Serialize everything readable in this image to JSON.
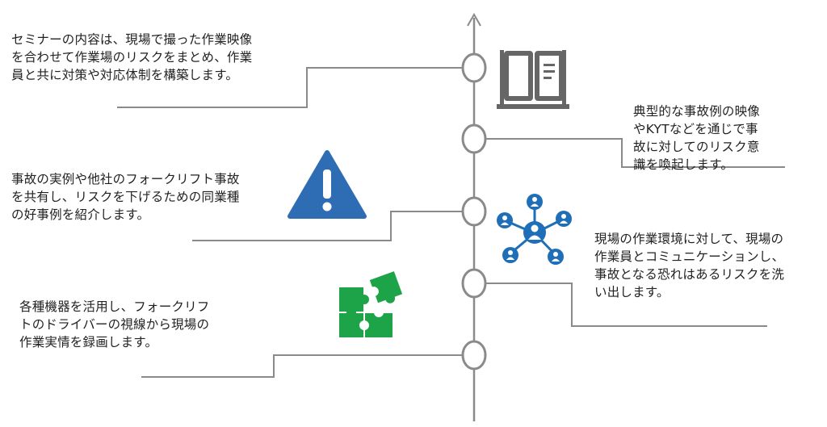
{
  "steps": [
    {
      "text": "セミナーの内容は、現場で撮った作業映像\nを合わせて作業場のリスクをまとめ、作業\n員と共に対策や対応体制を構築します。",
      "icon": "book-icon"
    },
    {
      "text": "典型的な事故例の映像\nやKYTなどを通じで事\n故に対してのリスク意\n識を喚起します。",
      "icon": null
    },
    {
      "text": "事故の実例や他社のフォークリフト事故\nを共有し、リスクを下げるための同業種\nの好事例を紹介します。",
      "icon": "warning-icon"
    },
    {
      "text": "現場の作業環境に対して、現場の\n作業員とコミュニケーションし、\n事故となる恐れはあるリスクを洗\nい出します。",
      "icon": "network-people-icon"
    },
    {
      "text": "各種機器を活用し、フォークリフ\nトのドライバーの視線から現場の\n作業実情を録画します。",
      "icon": "puzzle-icon"
    }
  ],
  "colors": {
    "line": "#8a8a8a",
    "book": "#666666",
    "warning": "#2e6db4",
    "network": "#1f6fb8",
    "puzzle": "#1ea448"
  }
}
